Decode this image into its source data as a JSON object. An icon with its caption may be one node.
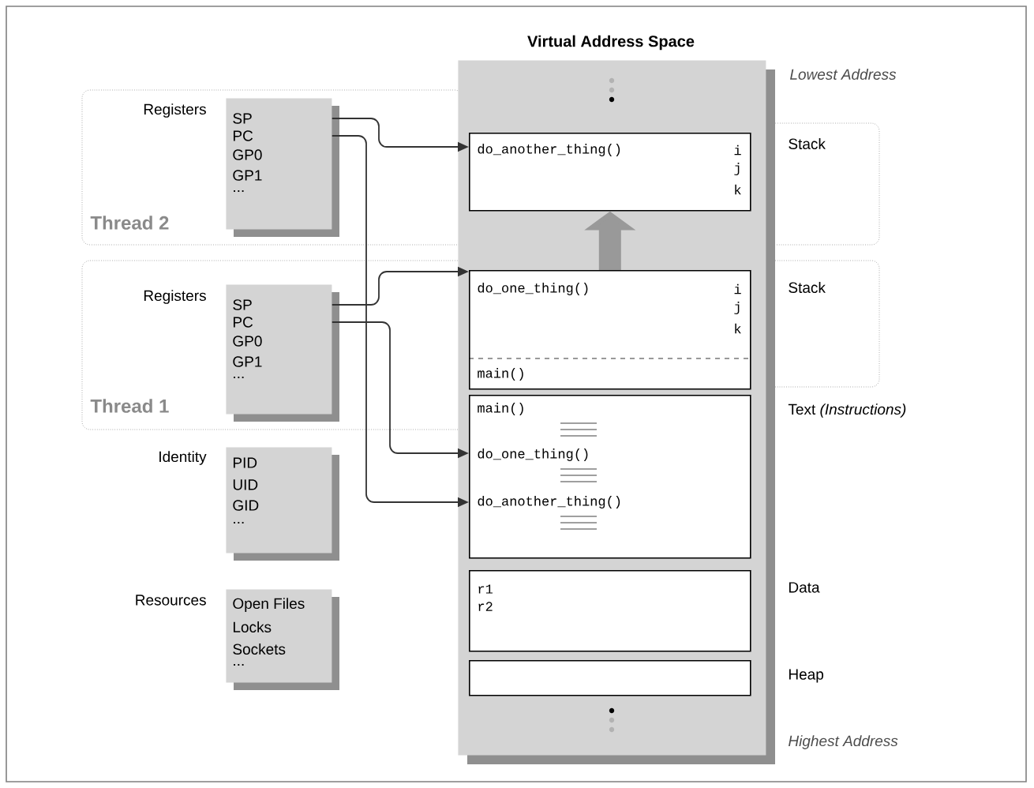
{
  "diagram": {
    "nodes": [
      {
        "text": [
          "Thread 2"
        ]
      },
      {
        "text": [
          "SP",
          "PC",
          "GP0",
          "GP1",
          "..."
        ],
        "beside": [
          "Registers"
        ],
        "in": 0
      },
      {
        "text": [
          "Thread 1"
        ]
      },
      {
        "text": [
          "SP",
          "PC",
          "GP0",
          "GP1",
          "..."
        ],
        "beside": [
          "Registers"
        ],
        "in": 2
      },
      {
        "text": [
          "PID",
          "UID",
          "GID",
          "..."
        ],
        "beside": [
          "Identity"
        ]
      },
      {
        "text": [
          "Open Files",
          "Locks",
          "Sockets",
          "..."
        ],
        "beside": [
          "Resources"
        ]
      },
      {
        "text": [
          "Virtual Address Space"
        ]
      },
      {
        "text": [
          "do_another_thing()",
          "i",
          "j",
          "k"
        ],
        "beside": [
          "Stack"
        ]
      },
      {
        "text": [
          "do_one_thing()",
          "i",
          "j",
          "k",
          "main()"
        ],
        "beside": [
          "Stack"
        ]
      },
      {
        "text": [
          "main()",
          "do_one_thing()",
          "do_another_thing()"
        ],
        "beside": [
          "Text *(Instructions)*"
        ],
        "in": 6
      },
      {
        "text": [
          "r1",
          "r2"
        ],
        "beside": [
          "Data"
        ],
        "in": 6
      },
      {
        "text": [],
        "shape": "box",
        "beside": [
          "Heap"
        ],
        "in": 6
      }
    ],
    "edges": [
      {
        "from": 1,
        "to": 7,
        "arrow": "to"
      },
      {
        "from": 1,
        "to": 9,
        "arrow": "to"
      },
      {
        "from": 3,
        "to": 8,
        "arrow": "to"
      },
      {
        "from": 3,
        "to": 9,
        "arrow": "to"
      },
      {
        "from": 8,
        "to": 7,
        "arrow": "to",
        "style": "thick",
        "color": "#999999"
      }
    ],
    "labels": [
      "Lowest Address",
      "Highest Address"
    ]
  }
}
